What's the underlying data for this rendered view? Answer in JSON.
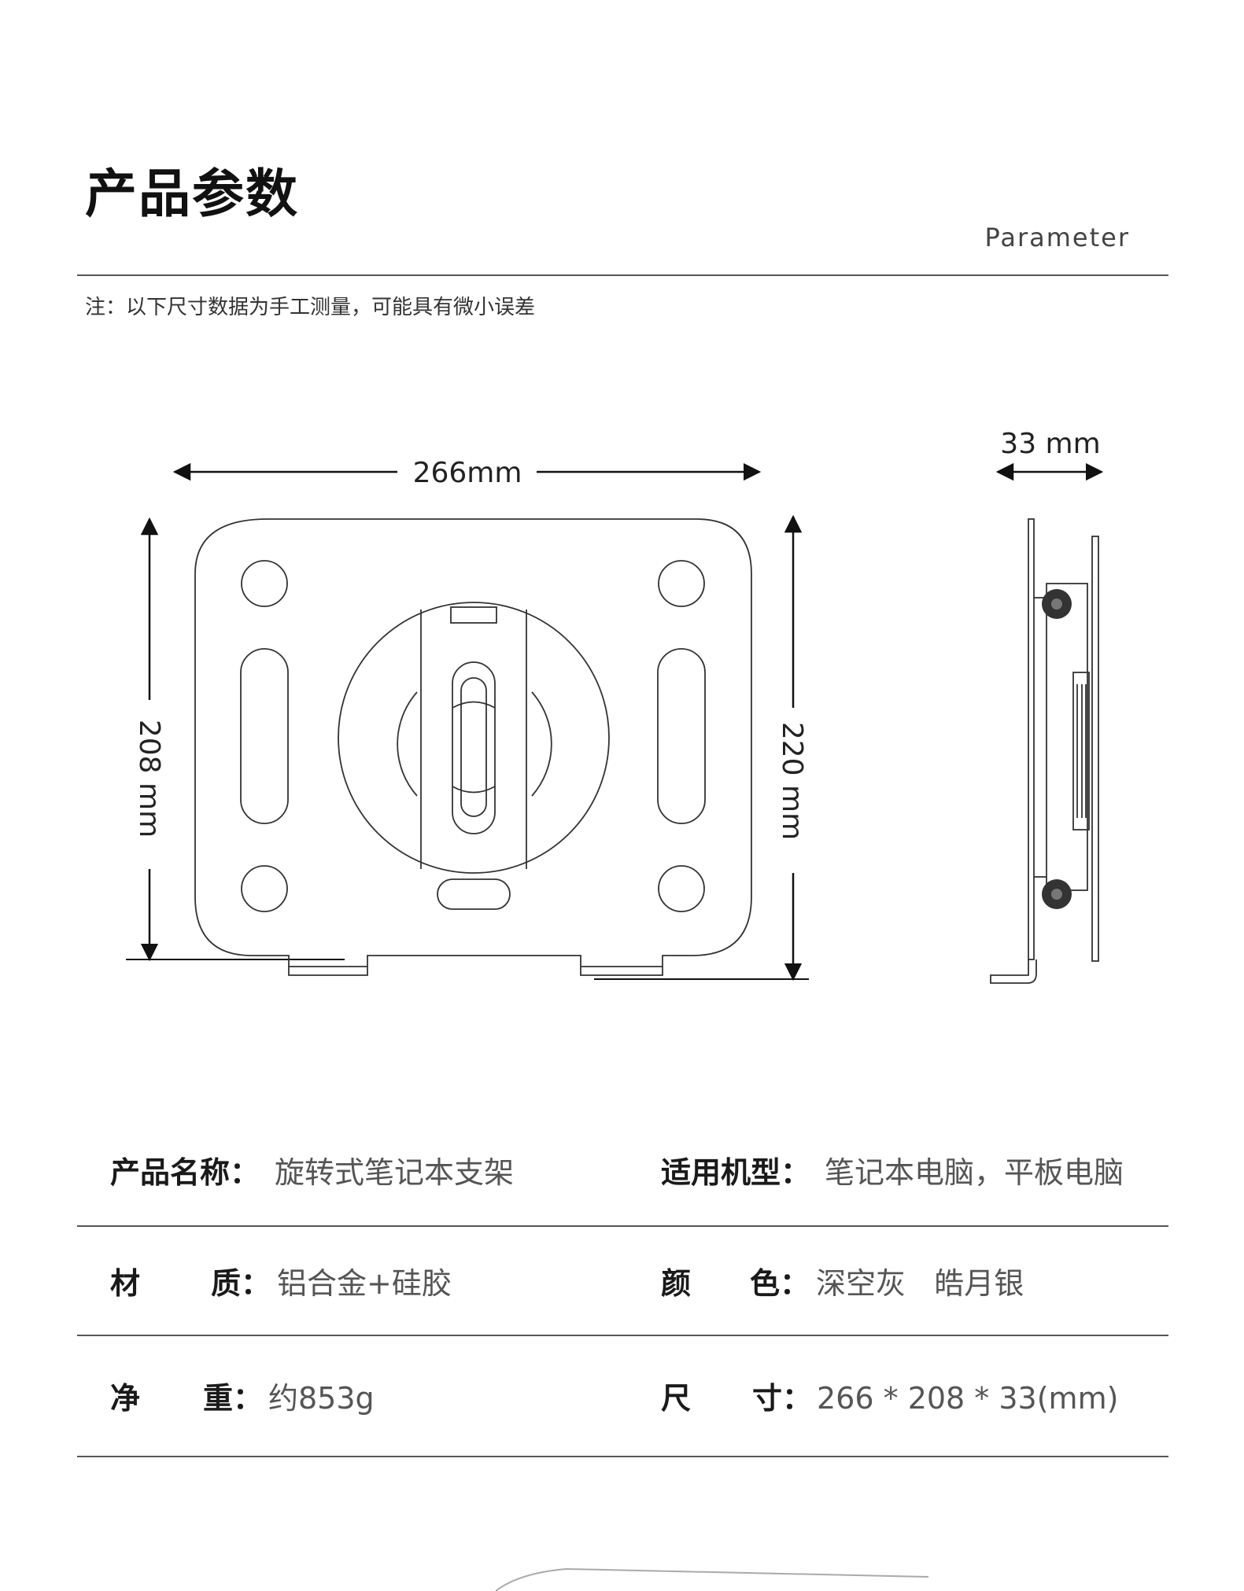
{
  "header": {
    "title": "产品参数",
    "subtitle": "Parameter",
    "note": "注：以下尺寸数据为手工测量，可能具有微小误差"
  },
  "diagram": {
    "width_label": "266mm",
    "height_left_label": "208 mm",
    "height_right_label": "220 mm",
    "depth_label": "33 mm"
  },
  "specs": {
    "name_label": "产品名称：",
    "name_value": "旋转式笔记本支架",
    "fit_label": "适用机型：",
    "fit_value": "笔记本电脑，平板电脑",
    "material_label_a": "材",
    "material_label_b": "质：",
    "material_value": "铝合金+硅胶",
    "color_label_a": "颜",
    "color_label_b": "色：",
    "color_value": "深空灰   皓月银",
    "weight_label_a": "净",
    "weight_label_b": "重：",
    "weight_value": "约853g",
    "size_label_a": "尺",
    "size_label_b": "寸：",
    "size_value": "266 * 208 * 33(mm)"
  },
  "colors": {
    "line": "#333333",
    "rule": "#555555",
    "label": "#1a1a1a",
    "value": "#555555"
  }
}
